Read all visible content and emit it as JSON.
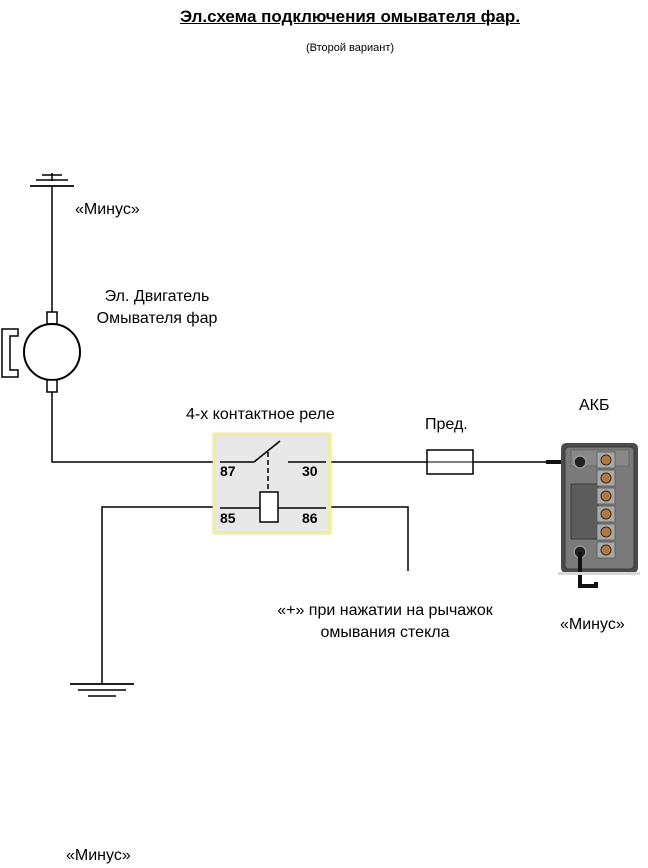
{
  "title": "Эл.схема подключения омывателя фар.",
  "subtitle": "(Второй вариант)",
  "labels": {
    "ground_top": "«Минус»",
    "motor_line1": "Эл. Двигатель",
    "motor_line2": "Омывателя фар",
    "relay": "4-х контактное реле",
    "fuse": "Пред.",
    "battery": "АКБ",
    "switch_line1": "«+» при нажатии на рычажок",
    "switch_line2": "омывания стекла",
    "battery_ground": "«Минус»",
    "ground_bottom": "«Минус»"
  },
  "relay_pins": {
    "p87": "87",
    "p30": "30",
    "p85": "85",
    "p86": "86"
  },
  "colors": {
    "wire": "#000000",
    "relay_fill": "#e8e8e8",
    "relay_border": "#f2ee9c",
    "battery_body": "#6a6a6a",
    "battery_terminal": "#b07a45"
  }
}
